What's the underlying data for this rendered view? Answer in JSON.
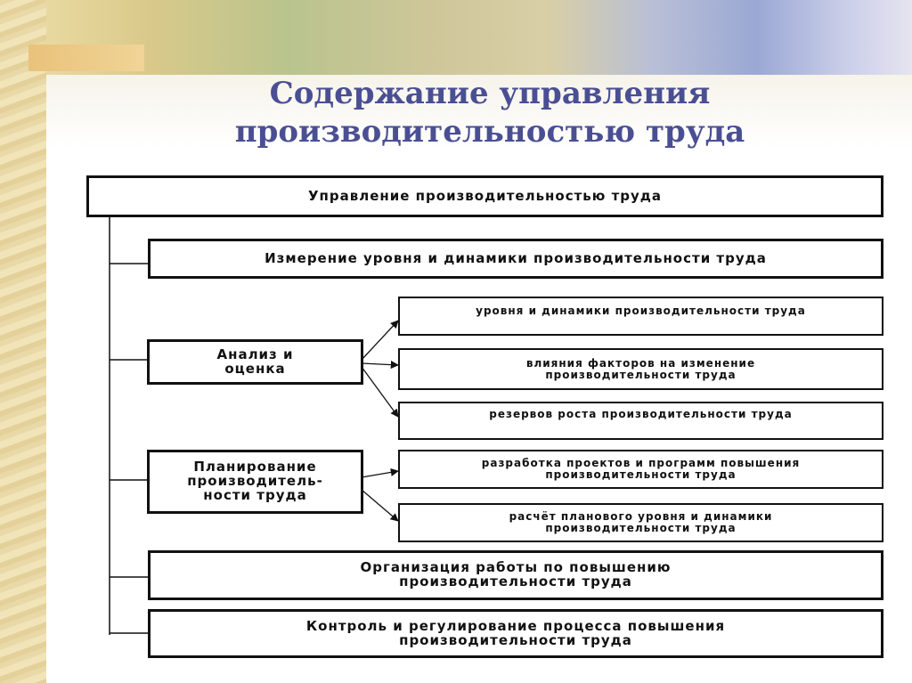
{
  "slide": {
    "title_lines": [
      "Содержание управления",
      "производительностью труда"
    ]
  },
  "diagram": {
    "root": "Управление производительностью труда",
    "measure": "Измерение уровня и динамики производительности труда",
    "analysis": {
      "lines": [
        "Анализ и",
        "оценка"
      ],
      "items": [
        {
          "lines": [
            "уровня и динамики производительности труда"
          ]
        },
        {
          "lines": [
            "влияния факторов на изменение",
            "производительности труда"
          ]
        },
        {
          "lines": [
            "резервов роста производительности труда"
          ]
        }
      ]
    },
    "planning": {
      "lines": [
        "Планирование",
        "производитель-",
        "ности труда"
      ],
      "items": [
        {
          "lines": [
            "разработка проектов и программ повышения",
            "производительности труда"
          ]
        },
        {
          "lines": [
            "расчёт планового уровня и динамики",
            "производительности труда"
          ]
        }
      ]
    },
    "organization": {
      "lines": [
        "Организация работы по повышению",
        "производительности труда"
      ]
    },
    "control": {
      "lines": [
        "Контроль и регулирование процесса повышения",
        "производительности труда"
      ]
    }
  }
}
